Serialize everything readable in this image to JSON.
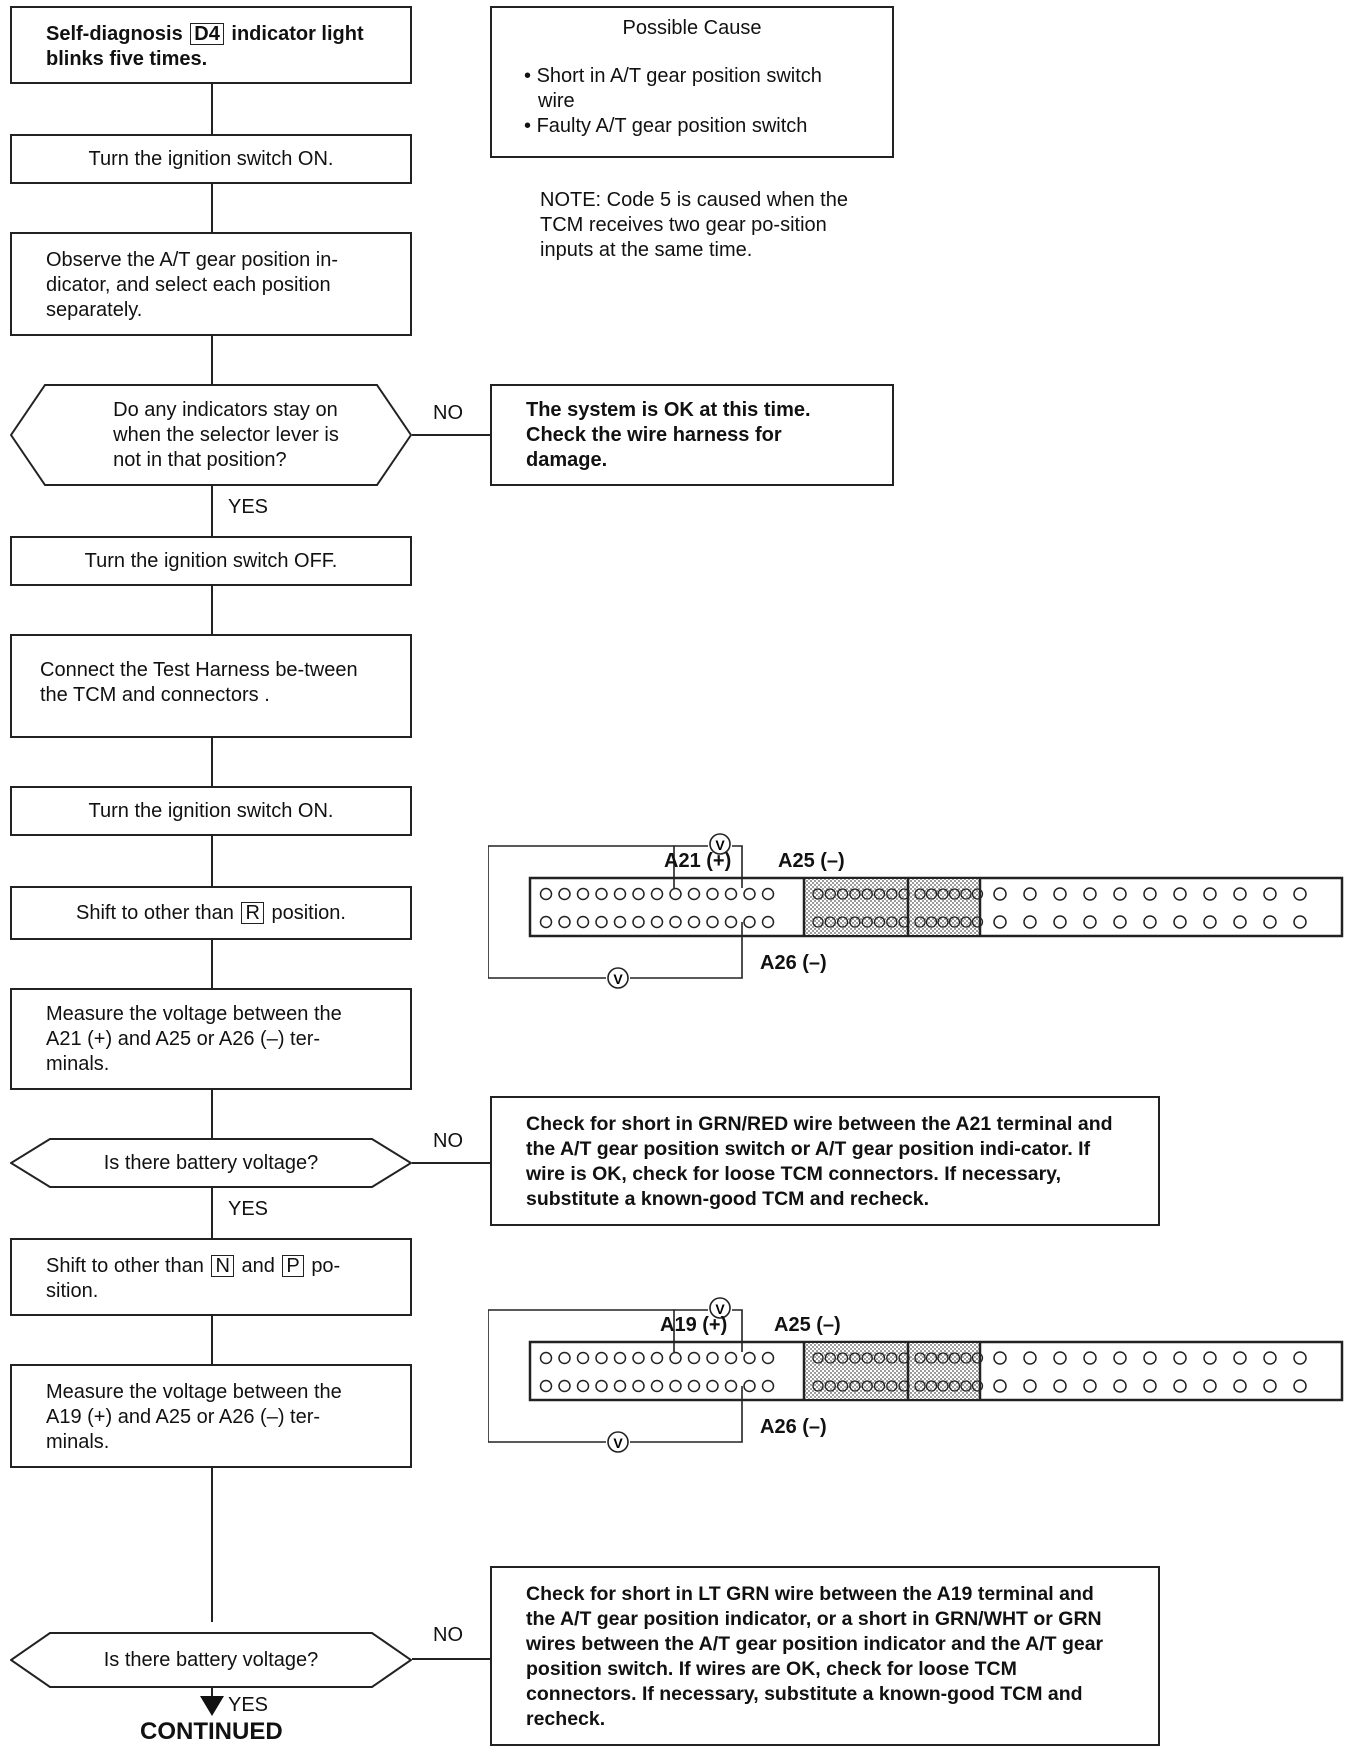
{
  "step1": {
    "pre": "Self-diagnosis",
    "key": "D4",
    "post": "indicator light blinks five times."
  },
  "step2": "Turn the ignition switch ON.",
  "step3": "Observe the A/T gear position in-dicator, and select each position separately.",
  "q1": [
    "Do any indicators stay on",
    "when the selector lever is",
    "not in that position?"
  ],
  "q1_no": "NO",
  "q1_yes": "YES",
  "ok_box": "The system is OK at this time. Check the wire harness for damage.",
  "cause": {
    "title": "Possible Cause",
    "items": [
      "Short in A/T gear position switch wire",
      "Faulty A/T gear position switch"
    ]
  },
  "note": "NOTE: Code 5 is caused when the TCM receives two gear po-sition inputs at the same time.",
  "step4": "Turn the ignition switch OFF.",
  "step5": "Connect the Test Harness be-tween the TCM and connectors .",
  "step6": "Turn the ignition switch ON.",
  "step7": {
    "pre": "Shift to other than",
    "key": "R",
    "post": "position."
  },
  "step8": "Measure the voltage between the A21 (+) and A25 or A26 (–) ter-minals.",
  "q2": "Is there battery voltage?",
  "q2_no": "NO",
  "q2_yes": "YES",
  "check1": "Check for short in GRN/RED wire between the A21 terminal and the A/T gear position switch or A/T gear position indi-cator. If wire is OK, check for loose TCM connectors. If necessary, substitute a known-good TCM and recheck.",
  "step9": {
    "pre": "Shift to other than",
    "key1": "N",
    "mid": "and",
    "key2": "P",
    "post": "po-sition."
  },
  "step10": "Measure the voltage between the A19 (+) and A25 or A26 (–) ter-minals.",
  "q3": "Is there battery voltage?",
  "q3_no": "NO",
  "q3_yes": "YES",
  "check2": "Check for short in LT GRN wire between the A19 terminal and the A/T gear position indicator, or a short in GRN/WHT or GRN wires between the A/T gear position indicator and the A/T gear position switch. If wires are OK, check for loose TCM connectors. If necessary, substitute a known-good TCM and recheck.",
  "continued": "CONTINUED",
  "conn1": {
    "plus": "A21 (+)",
    "minus": "A25 (–)",
    "minus2": "A26 (–)",
    "meter": "V"
  },
  "conn2": {
    "plus": "A19 (+)",
    "minus": "A25 (–)",
    "minus2": "A26 (–)",
    "meter": "V"
  }
}
